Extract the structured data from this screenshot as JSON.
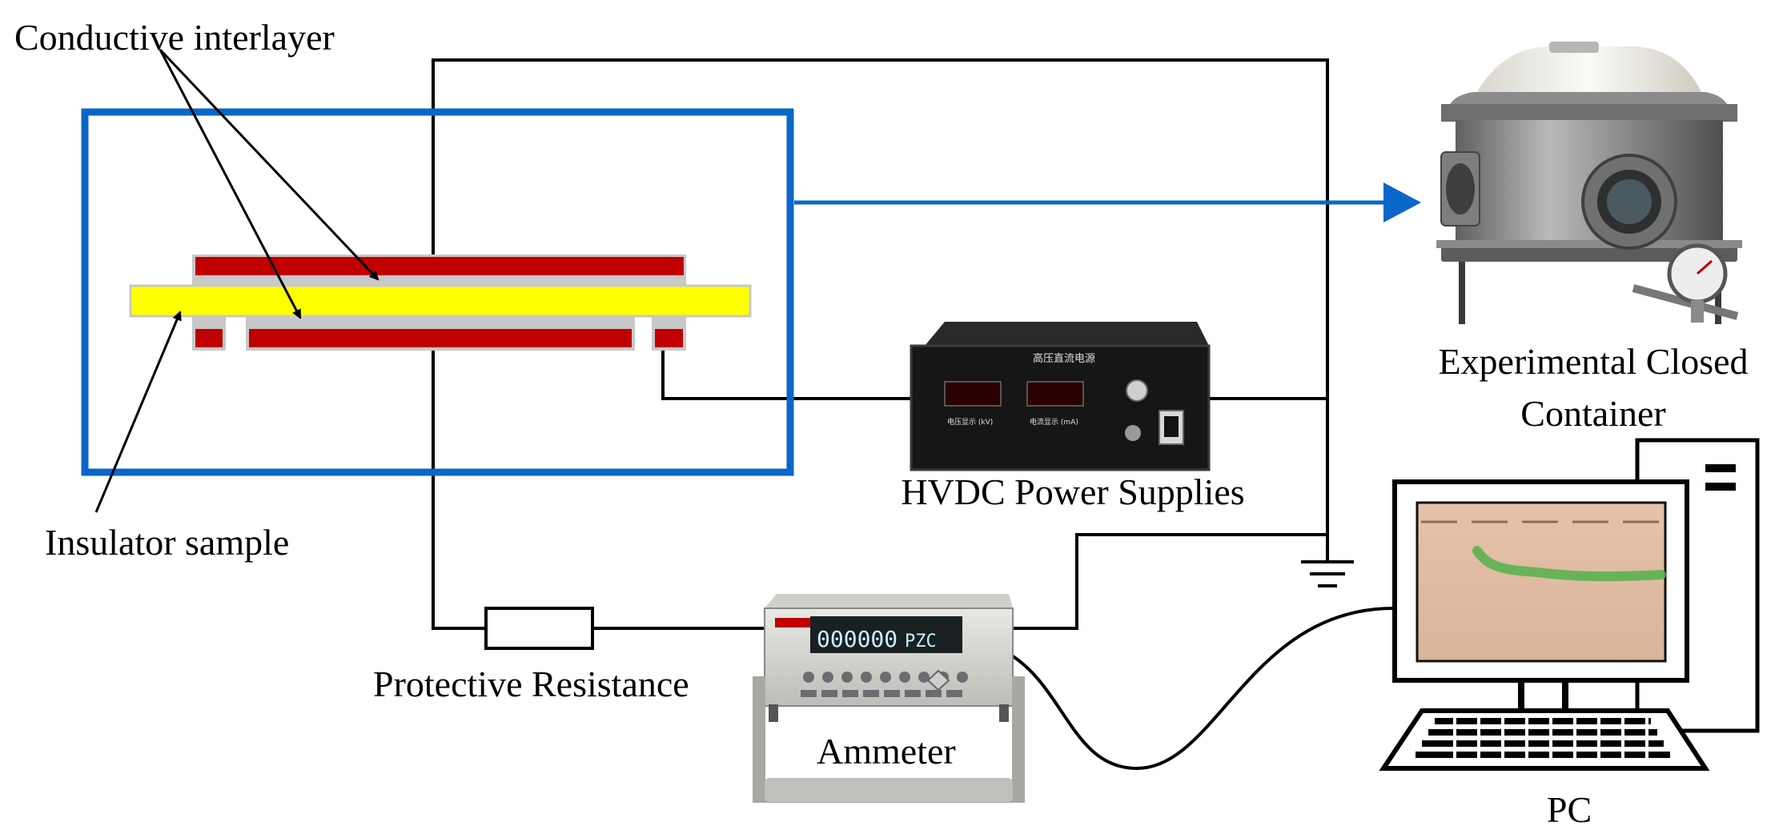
{
  "labels": {
    "conductive_interlayer": "Conductive interlayer",
    "insulator_sample": "Insulator sample",
    "experimental_container_line1": "Experimental Closed",
    "experimental_container_line2": "Container",
    "hvdc": "HVDC Power Supplies",
    "protective_resistance": "Protective Resistance",
    "ammeter": "Ammeter",
    "pc": "PC"
  },
  "device_text": {
    "hvdc_panel_title": "高压直流电源",
    "hvdc_voltage_display": "电压显示 (kV)",
    "hvdc_current_display": "电流显示 (mA)",
    "ammeter_reading": "000000",
    "ammeter_unit": "PZC"
  },
  "colors": {
    "frame_blue": "#0a66c8",
    "arrow_blue": "#0a66c8",
    "electrode_red": "#c00000",
    "sample_yellow": "#ffff00",
    "gap_gray": "#c8c8c8",
    "wire_black": "#000000"
  }
}
